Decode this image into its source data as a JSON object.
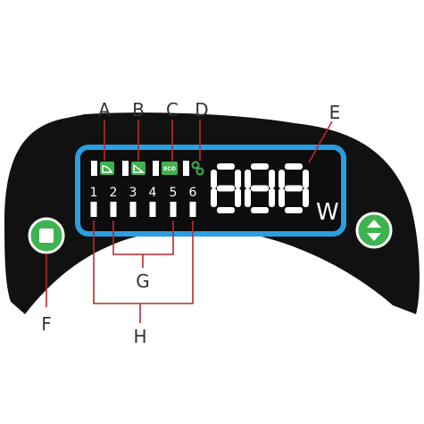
{
  "callouts": {
    "a": "A",
    "b": "B",
    "c": "C",
    "d": "D",
    "e": "E",
    "f": "F",
    "g": "G",
    "h": "H"
  },
  "display": {
    "power_unit": "W",
    "eco_label": "ECO",
    "digits_shown": "888",
    "channels": [
      "1",
      "2",
      "3",
      "4",
      "5",
      "6"
    ]
  },
  "icons": {
    "mode_a": "curve-ramp-icon",
    "mode_b": "curve-peak-icon",
    "mode_c": "eco-icon",
    "mode_d": "gears-icon",
    "left_button": "stop-square-icon",
    "right_button": "up-down-arrows-icon"
  },
  "colors": {
    "body": "#111111",
    "display_border": "#2a9fe0",
    "accent_green": "#3fb34f",
    "segment": "#ffffff",
    "callout_line": "#c0272d",
    "callout_text": "#333333"
  }
}
